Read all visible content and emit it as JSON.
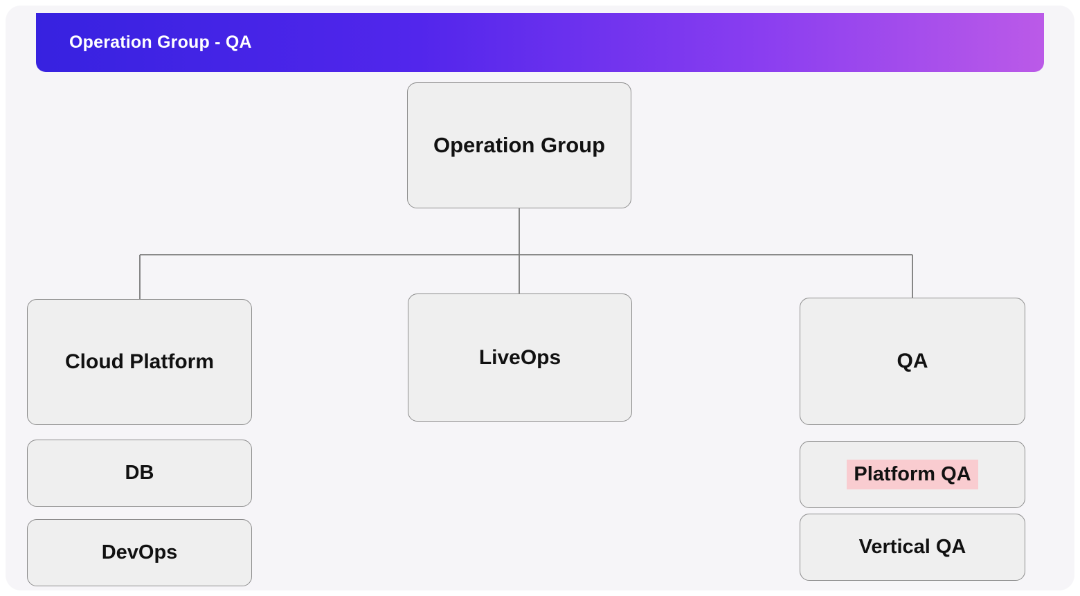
{
  "header": {
    "title": "Operation Group - QA",
    "gradient_start": "#3722e0",
    "gradient_end": "#bb5ae8"
  },
  "canvas": {
    "background": "#f6f5f8",
    "node_fill": "#efefef",
    "node_border": "#8c8c8c",
    "connector_color": "#7a7a7a",
    "highlight_color": "#f9ccd0"
  },
  "chart_data": {
    "type": "diagram",
    "diagram_kind": "org-chart",
    "title": "Operation Group - QA",
    "root": "Operation Group",
    "nodes": [
      {
        "id": "root",
        "label": "Operation Group",
        "level": 0,
        "highlighted": false
      },
      {
        "id": "cloud-platform",
        "label": "Cloud Platform",
        "level": 1,
        "highlighted": false
      },
      {
        "id": "liveops",
        "label": "LiveOps",
        "level": 1,
        "highlighted": false
      },
      {
        "id": "qa",
        "label": "QA",
        "level": 1,
        "highlighted": false
      },
      {
        "id": "db",
        "label": "DB",
        "level": 2,
        "highlighted": false
      },
      {
        "id": "devops",
        "label": "DevOps",
        "level": 2,
        "highlighted": false
      },
      {
        "id": "platform-qa",
        "label": "Platform QA",
        "level": 2,
        "highlighted": true
      },
      {
        "id": "vertical-qa",
        "label": "Vertical QA",
        "level": 2,
        "highlighted": false
      }
    ],
    "edges": [
      {
        "from": "root",
        "to": "cloud-platform"
      },
      {
        "from": "root",
        "to": "liveops"
      },
      {
        "from": "root",
        "to": "qa"
      }
    ],
    "stacked_children": [
      {
        "parent": "cloud-platform",
        "children": [
          "db",
          "devops"
        ]
      },
      {
        "parent": "qa",
        "children": [
          "platform-qa",
          "vertical-qa"
        ]
      }
    ]
  }
}
